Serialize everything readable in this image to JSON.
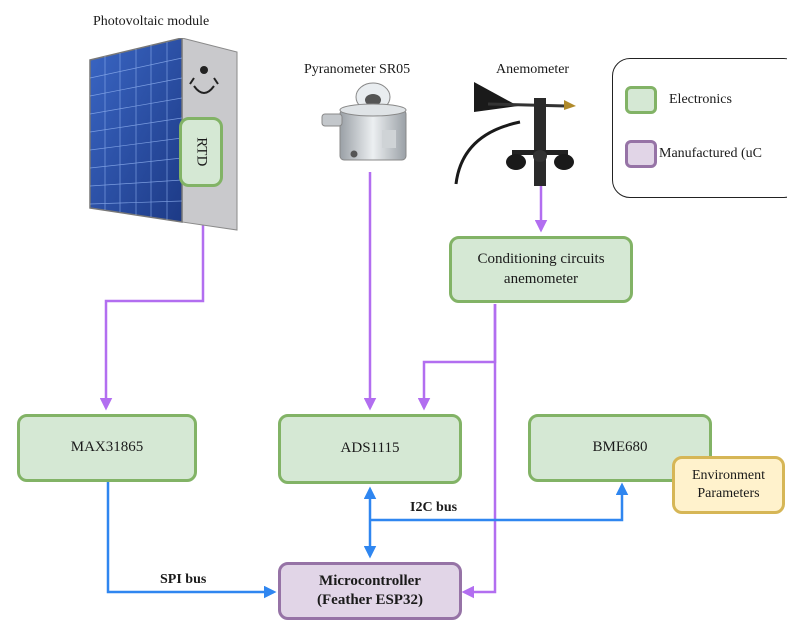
{
  "title": "",
  "colors": {
    "electronics_fill": "#d5e8d4",
    "electronics_border": "#82b366",
    "manufactured_fill": "#e1d5e7",
    "manufactured_border": "#9673a6",
    "env_fill": "#fff2cc",
    "env_border": "#d6b656",
    "analog_line": "#b26ef0",
    "digital_line": "#2f86f0"
  },
  "devices": {
    "pv_module": {
      "label": "Photovoltaic module",
      "icon": "solar-panel-icon"
    },
    "rtd": {
      "label": "RTD"
    },
    "pyranometer": {
      "label": "Pyranometer SR05",
      "icon": "pyranometer-icon"
    },
    "anemometer": {
      "label": "Anemometer",
      "icon": "anemometer-icon"
    }
  },
  "blocks": {
    "conditioning": {
      "line1": "Conditioning circuits",
      "line2": "anemometer"
    },
    "max31865": {
      "label": "MAX31865"
    },
    "ads1115": {
      "label": "ADS1115"
    },
    "bme680": {
      "label": "BME680"
    },
    "env_params": {
      "line1": "Environment",
      "line2": "Parameters"
    },
    "mcu": {
      "line1": "Microcontroller",
      "line2": "(Feather ESP32)"
    }
  },
  "buses": {
    "i2c": "I2C bus",
    "spi": "SPI bus"
  },
  "legend": {
    "items": [
      {
        "label": "Electronics",
        "kind": "electronics"
      },
      {
        "label": "Manufactured (uC",
        "kind": "manufactured"
      }
    ]
  }
}
